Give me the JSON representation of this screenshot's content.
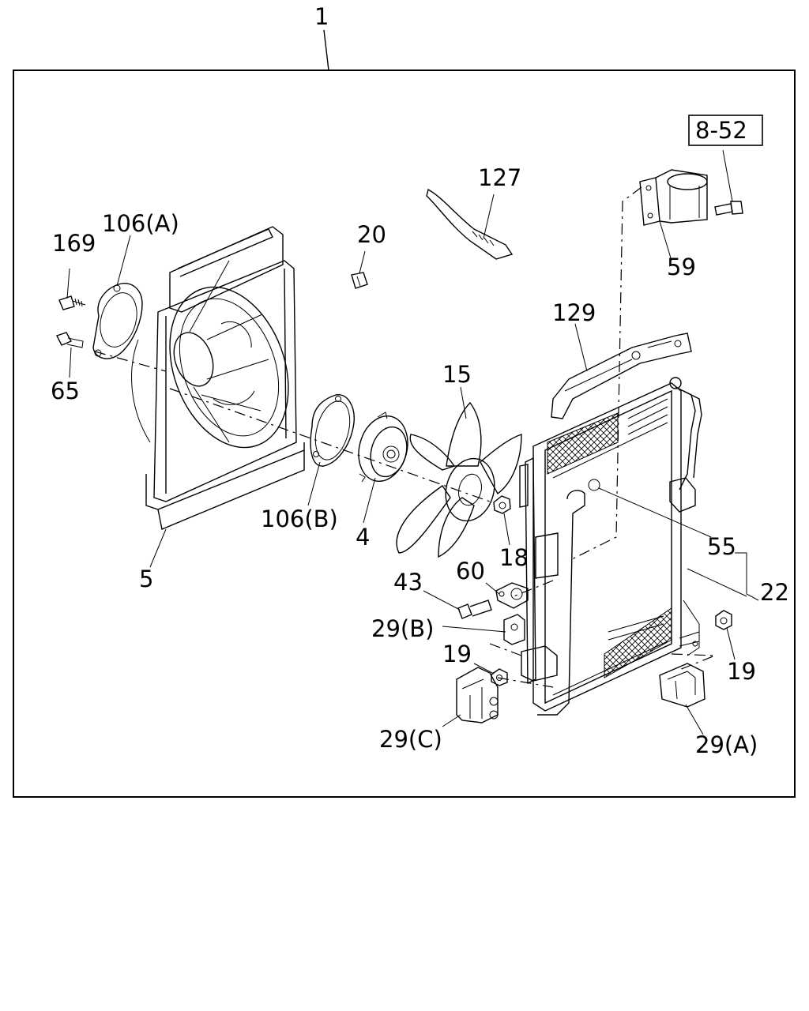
{
  "diagram": {
    "assembly_callout": "1",
    "reference_box": "8-52",
    "callouts": {
      "c169": "169",
      "c106a": "106(A)",
      "c65": "65",
      "c20": "20",
      "c127": "127",
      "c59": "59",
      "c129": "129",
      "c15": "15",
      "c106b": "106(B)",
      "c4": "4",
      "c5": "5",
      "c18": "18",
      "c55": "55",
      "c22": "22",
      "c43": "43",
      "c60": "60",
      "c29b": "29(B)",
      "c19left": "19",
      "c19right": "19",
      "c29c": "29(C)",
      "c29a": "29(A)"
    }
  }
}
